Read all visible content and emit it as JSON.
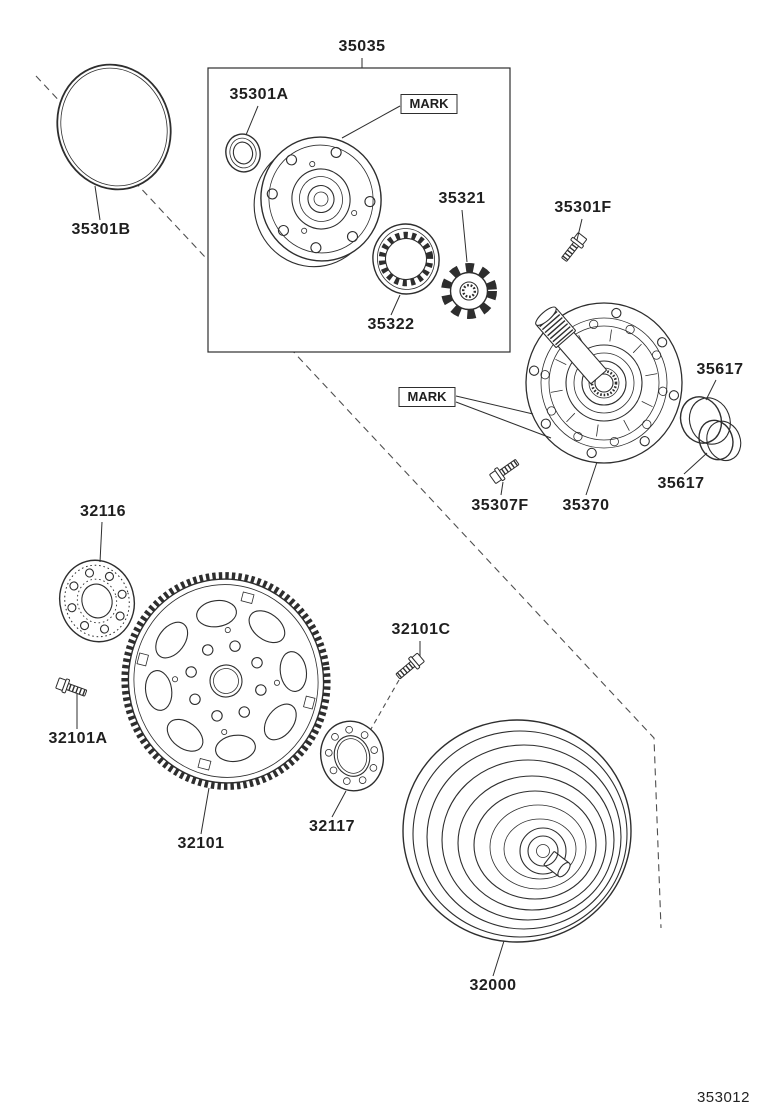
{
  "page": {
    "background": "#ffffff",
    "ink": "#2e2e2e"
  },
  "drawing_number": "353012",
  "callouts": {
    "c35035": "35035",
    "c35301A": "35301A",
    "c35301B": "35301B",
    "c35321": "35321",
    "c35322": "35322",
    "c35301F": "35301F",
    "c35617_upper": "35617",
    "c35617_lower": "35617",
    "c35307F": "35307F",
    "c35370": "35370",
    "c32116": "32116",
    "c32101": "32101",
    "c32101A": "32101A",
    "c32101C": "32101C",
    "c32117": "32117",
    "c32000": "32000"
  },
  "mark_labels": {
    "mark1": "MARK",
    "mark2": "MARK"
  }
}
